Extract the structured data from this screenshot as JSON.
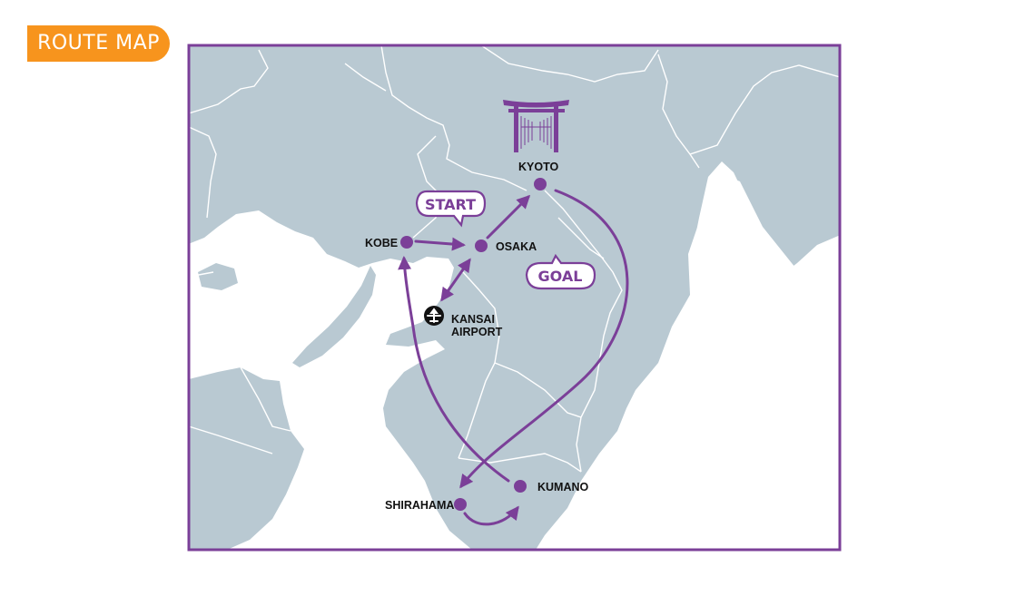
{
  "badge": {
    "label": "ROUTE MAP"
  },
  "colors": {
    "badge": "#f7941d",
    "route": "#7b3f98",
    "land": "#b9c9d2",
    "sea": "#ffffff",
    "border_lines": "#ffffff"
  },
  "cities": {
    "kyoto": "KYOTO",
    "kobe": "KOBE",
    "osaka": "OSAKA",
    "kansai_line1": "KANSAI",
    "kansai_line2": "AIRPORT",
    "shirahama": "SHIRAHAMA",
    "kumano": "KUMANO"
  },
  "callouts": {
    "start": "START",
    "goal": "GOAL"
  },
  "icons": {
    "landmark": "torii-gate-icon",
    "airport": "airplane-icon"
  }
}
